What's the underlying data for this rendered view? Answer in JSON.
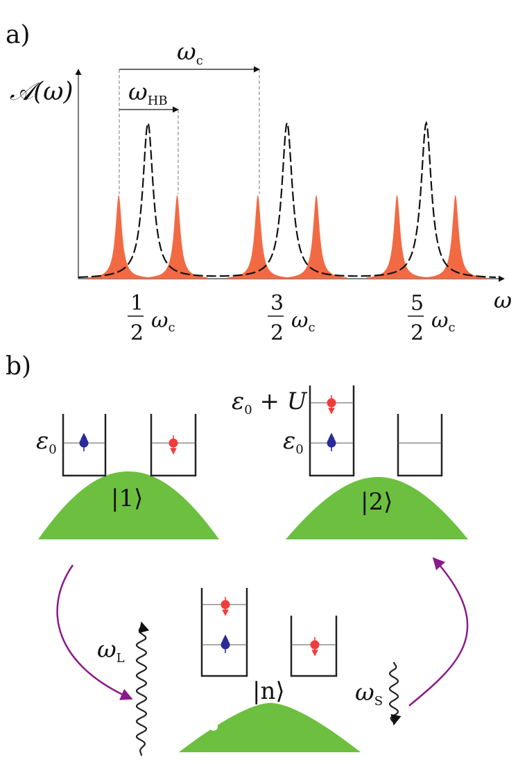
{
  "panels": {
    "a": {
      "label": "a)"
    },
    "b": {
      "label": "b)"
    }
  },
  "spectrum": {
    "ylabel": "𝒜(ω)",
    "xlabel": "ω",
    "annotations": {
      "wc": {
        "sym": "ω",
        "sub": "c"
      },
      "whb": {
        "sym": "ω",
        "sub": "HB"
      }
    },
    "ticks": [
      {
        "num": "1",
        "den": "2",
        "sym": "ω",
        "sub": "c"
      },
      {
        "num": "3",
        "den": "2",
        "sym": "ω",
        "sub": "c"
      },
      {
        "num": "5",
        "den": "2",
        "sym": "ω",
        "sub": "c"
      }
    ]
  },
  "chart_data": {
    "type": "line",
    "xlabel": "ω",
    "ylabel": "𝒜(ω)",
    "x_tick_labels": [
      "1/2 ω_c",
      "3/2 ω_c",
      "5/2 ω_c"
    ],
    "series": [
      {
        "style": "dashed-black",
        "peak_centers": [
          0.5,
          1.5,
          2.5
        ],
        "relative_height": 1.0
      },
      {
        "style": "filled-orange",
        "peak_centers": [
          0.29,
          0.71,
          1.29,
          1.71,
          2.29,
          2.71
        ],
        "relative_height": 0.54
      }
    ],
    "colors": {
      "filled": "#f26a43",
      "dashed": "#111111"
    }
  },
  "levels": {
    "eps0": "ε",
    "eps0_sub": "0",
    "eps0U_main": "ε",
    "eps0U_sub": "0",
    "eps0U_rest": " + U"
  },
  "states": {
    "s1": {
      "ket": "|1⟩"
    },
    "s2": {
      "ket": "|2⟩"
    },
    "sn": {
      "ket": "|n⟩"
    }
  },
  "photons": {
    "laser": {
      "sym": "ω",
      "sub": "L"
    },
    "stokes": {
      "sym": "ω",
      "sub": "S"
    }
  },
  "colors": {
    "spin_up": "#2a2a9a",
    "spin_down": "#f23b3b",
    "mound": "#6cbf3f",
    "arrow": "#8b1a8b",
    "wavy": "#222222"
  }
}
